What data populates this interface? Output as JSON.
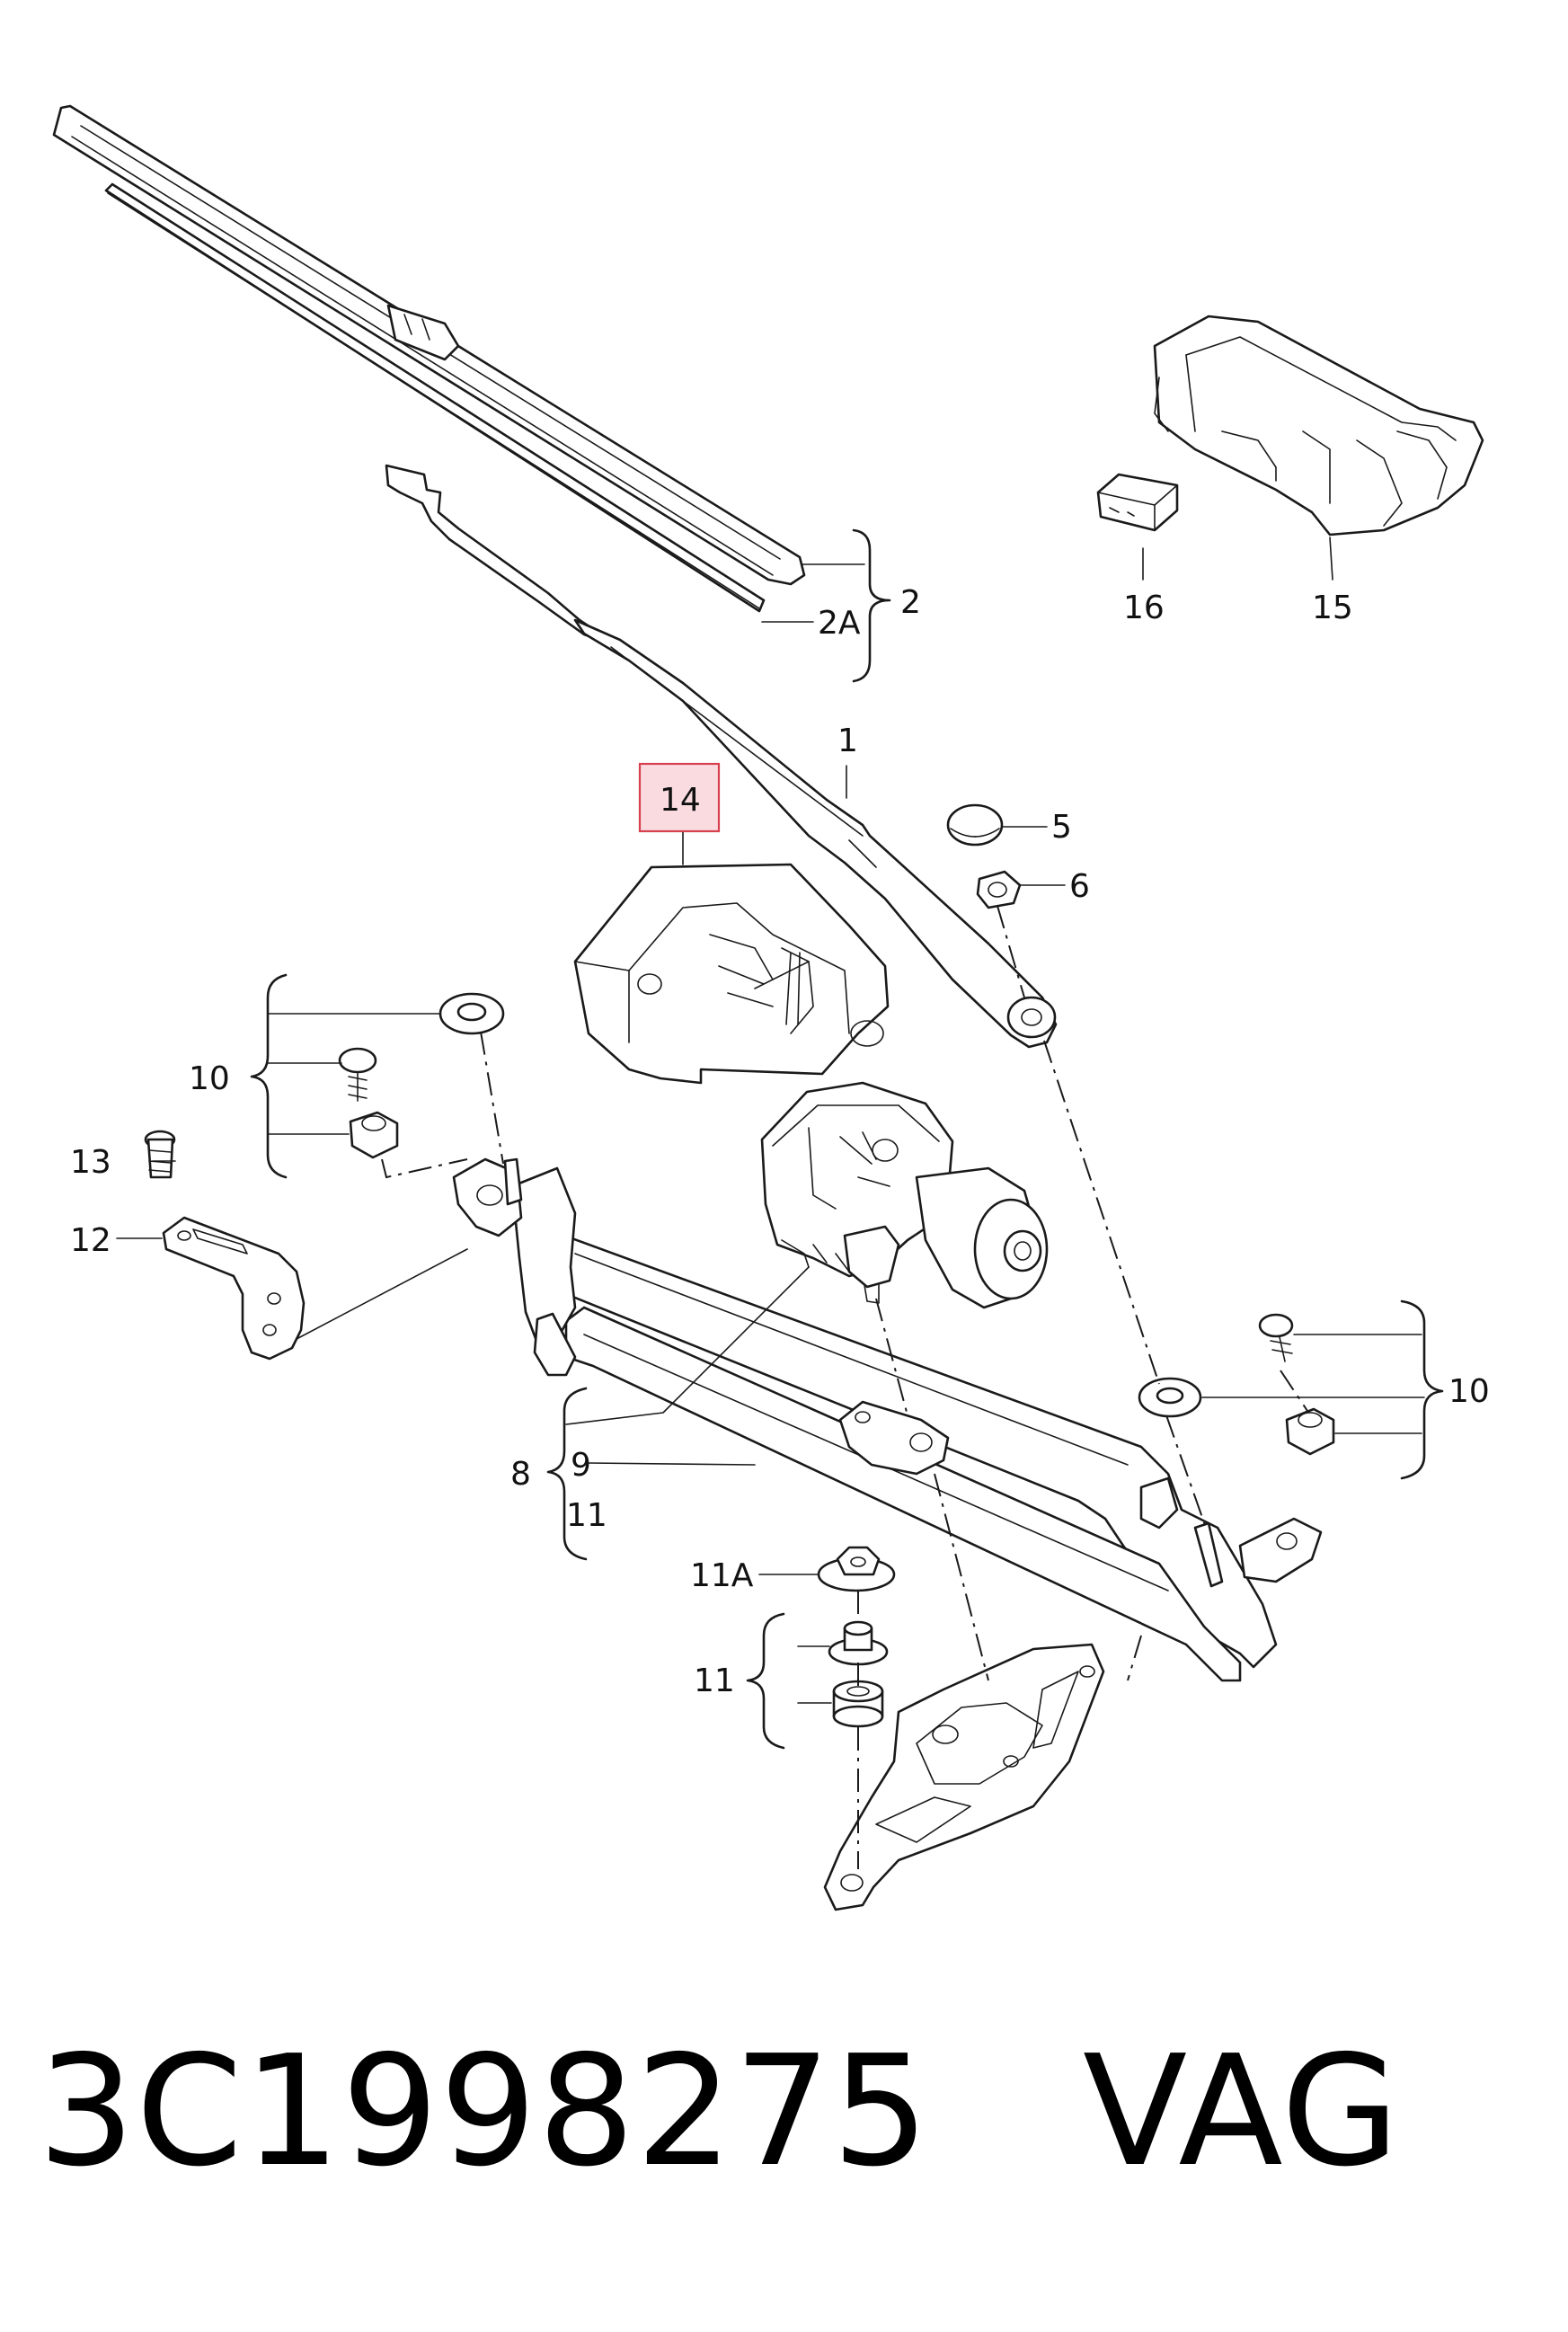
{
  "diagram": {
    "callouts": {
      "c1": "1",
      "c2": "2",
      "c2A": "2A",
      "c5": "5",
      "c6": "6",
      "c8": "8",
      "c9": "9",
      "c10_left": "10",
      "c10_right": "10",
      "c11_left": "11",
      "c11_lower": "11",
      "c11A": "11A",
      "c12": "12",
      "c13": "13",
      "c14": "14",
      "c15": "15",
      "c16": "16"
    },
    "highlighted_callout": "14",
    "highlight_color": "#f9dbe0",
    "highlight_border_color": "#d7414f"
  },
  "footer": {
    "part_number": "3C1998275",
    "manufacturer": "VAG"
  }
}
